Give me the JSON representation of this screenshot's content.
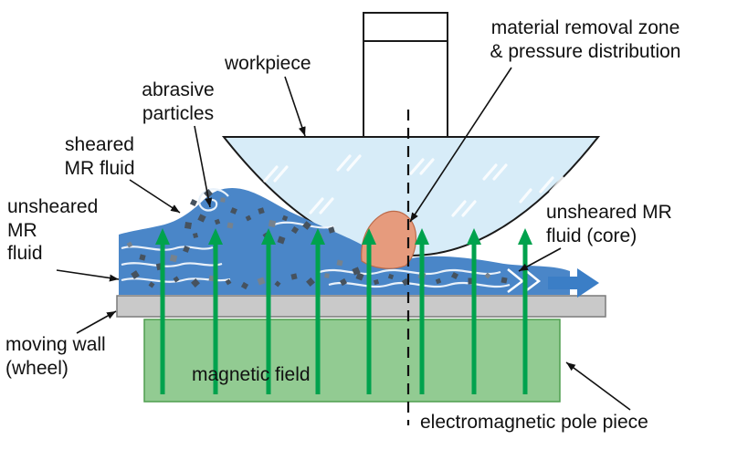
{
  "figure": {
    "type": "process-diagram",
    "subject": "Magnetorheological (MR) fluid finishing process schematic"
  },
  "labels": {
    "workpiece": "workpiece",
    "material_removal_zone": "material removal zone\n& pressure distribution",
    "abrasive_particles": "abrasive\nparticles",
    "sheared_mr_fluid": "sheared\nMR fluid",
    "unsheared_mr_fluid": "unsheared\nMR\nfluid",
    "unsheared_mr_fluid_core": "unsheared MR\nfluid (core)",
    "moving_wall": "moving wall\n(wheel)",
    "magnetic_field": "magnetic field",
    "electromagnetic_pole_piece": "electromagnetic pole piece"
  },
  "colors": {
    "workpiece_fill": "#d7ecf8",
    "workpiece_outline": "#1a1a1a",
    "mr_fluid_blue": "#4a86c8",
    "particle_dark": "#46525e",
    "particle_light": "#76828e",
    "removal_zone_orange": "#e69b7d",
    "removal_zone_outline": "#bc6a49",
    "wall_gray": "#c9c9c9",
    "pole_green": "#92cb92",
    "pole_green_outline": "#4f9e4f",
    "field_arrow_green": "#00a24d",
    "flow_arrow_blue": "#3b7ec6",
    "label_line_black": "#111111"
  }
}
